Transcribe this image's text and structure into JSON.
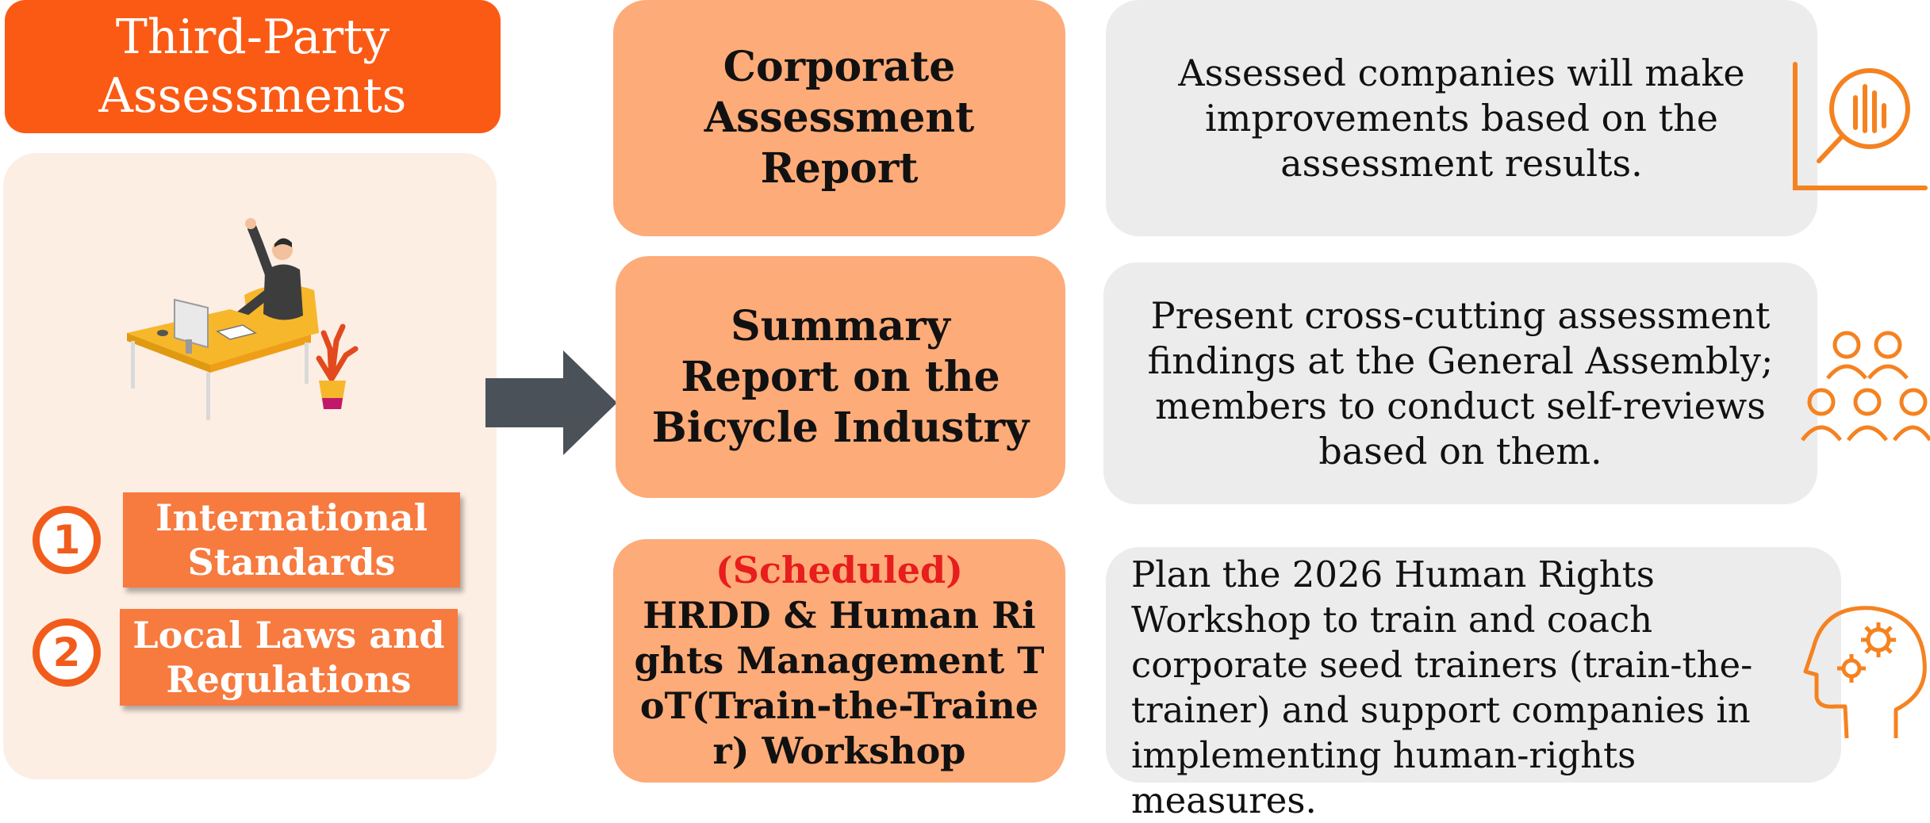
{
  "title": "Third-Party Assessments",
  "criteria": [
    {
      "number": "1",
      "label": "International Standards"
    },
    {
      "number": "2",
      "label": "Local Laws and Regulations"
    }
  ],
  "outputs": [
    {
      "name": "Corporate Assessment Report",
      "description": "Assessed companies will make improvements based on the assessment results.",
      "icon": "analytics-chart-icon"
    },
    {
      "name": "Summary Report on the Bicycle Industry",
      "description": "Present cross-cutting assessment findings at the General Assembly; members to conduct self-reviews based on them.",
      "icon": "team-group-icon"
    },
    {
      "status": "(Scheduled)",
      "name": "HRDD & Human Rights Management ToT(Train-the-Trainer) Workshop",
      "description": "Plan the 2026 Human Rights Workshop to train and coach corporate seed trainers (train-the-trainer) and support companies in implementing human-rights measures.",
      "icon": "head-gears-icon"
    }
  ],
  "colors": {
    "title_bg": "#fb5a14",
    "panel_bg": "#fdeee4",
    "tag_bg": "#f77a3f",
    "output_bg": "#fdab78",
    "description_bg": "#ececec",
    "arrow": "#4a5159",
    "scheduled": "#e81d1d",
    "icon": "#f58220"
  }
}
